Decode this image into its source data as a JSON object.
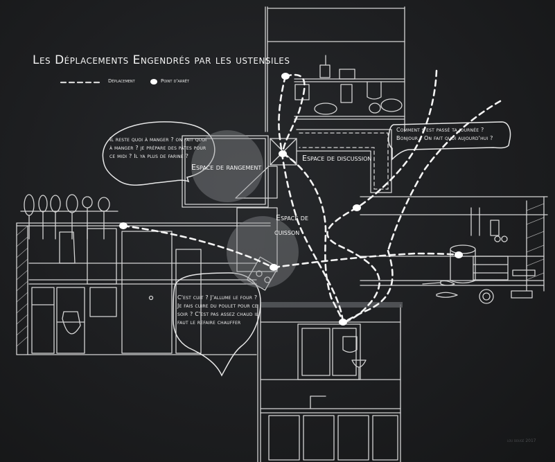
{
  "title": "Les Déplacements Engendrés par les ustensiles",
  "legend": {
    "path_label": "Déplacement",
    "stop_label": "Point d'arrêt"
  },
  "zones": {
    "storage": "Espace de rangement",
    "discussion": "Espace de discussion",
    "cooking_line1": "Espace de",
    "cooking_line2": "cuisson"
  },
  "bubbles": {
    "left": "Il reste quoi à manger ? on fait quoi à manger ? je prépare des pâtes pour ce midi ? Il ya plus de farine ?",
    "right": "Comment s'est passé ta journée ? Bonjour ! On fait quoi aujourd'hui ?",
    "bottom": "C'est cuit ? J'allume le four ? Je fais cuire du poulet pour ce soir ? C'est pas assez chaud il faut le refaire chauffer"
  },
  "credit": "lou bougé 2017",
  "colors": {
    "background": "#1d1e20",
    "chalk": "#f2f2f2",
    "highlight": "#8a8c90"
  }
}
